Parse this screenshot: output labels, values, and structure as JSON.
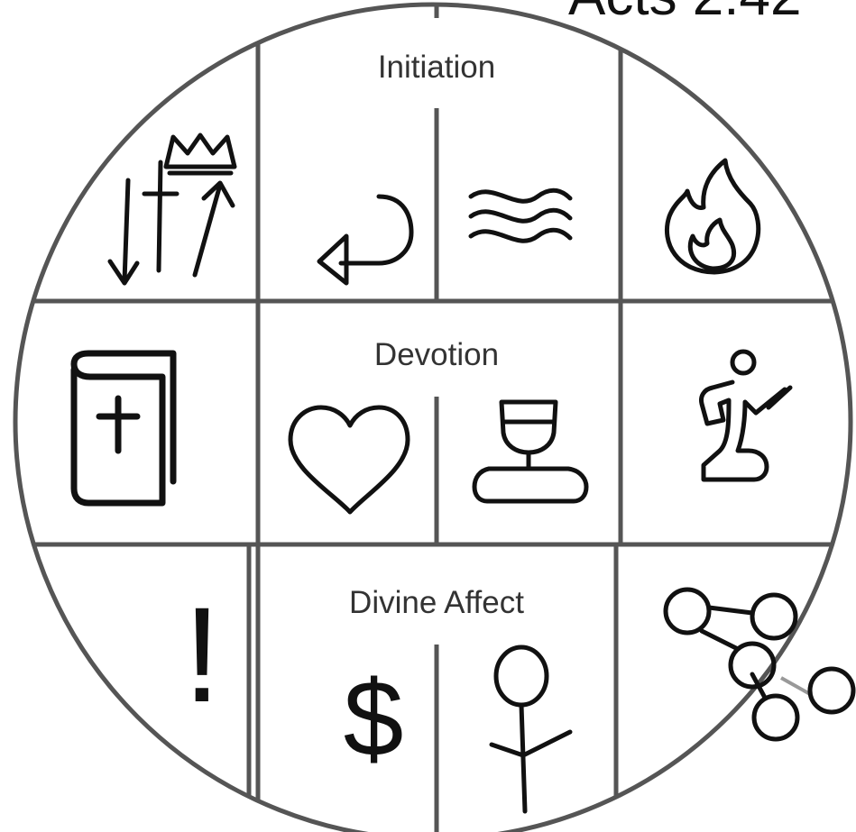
{
  "header": {
    "title_fragment": "Acts 2:42"
  },
  "sections": {
    "top": {
      "label": "Initiation"
    },
    "middle": {
      "label": "Devotion"
    },
    "bottom": {
      "label": "Divine Affect"
    }
  },
  "glyphs": {
    "exclamation": "!",
    "dollar": "$"
  },
  "icons": [
    "repentance-arrows-icon",
    "return-arrow-icon",
    "water-waves-icon",
    "holy-spirit-fire-icon",
    "bible-icon",
    "heart-icon",
    "communion-cup-bread-icon",
    "praying-person-icon",
    "exclamation-icon",
    "dollar-icon",
    "stick-figure-icon",
    "network-nodes-icon"
  ]
}
